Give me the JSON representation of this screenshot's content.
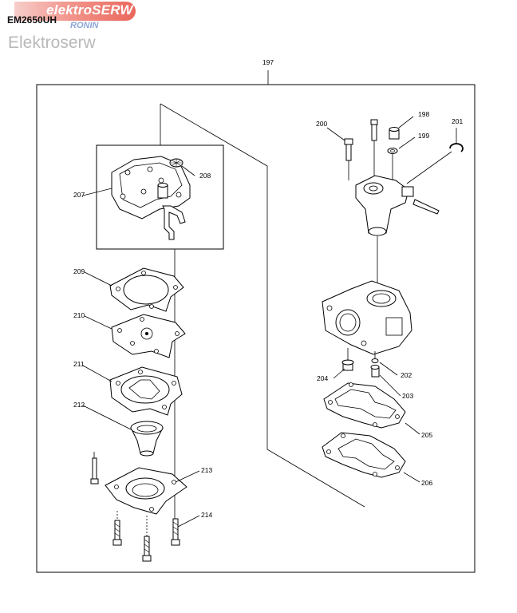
{
  "header": {
    "brand": "elektroSERW",
    "brand_sub": "RONIN",
    "model": "EM2650UH",
    "watermark": "Elektroserw"
  },
  "callouts": {
    "p197": "197",
    "p198": "198",
    "p199": "199",
    "p200": "200",
    "p201": "201",
    "p202": "202",
    "p203": "203",
    "p204": "204",
    "p205": "205",
    "p206": "206",
    "p207": "207",
    "p208": "208",
    "p209": "209",
    "p210": "210",
    "p211": "211",
    "p212": "212",
    "p213": "213",
    "p214": "214"
  },
  "colors": {
    "badge_start": "#f6c9c5",
    "badge_end": "#e8564a",
    "line": "#000000"
  }
}
